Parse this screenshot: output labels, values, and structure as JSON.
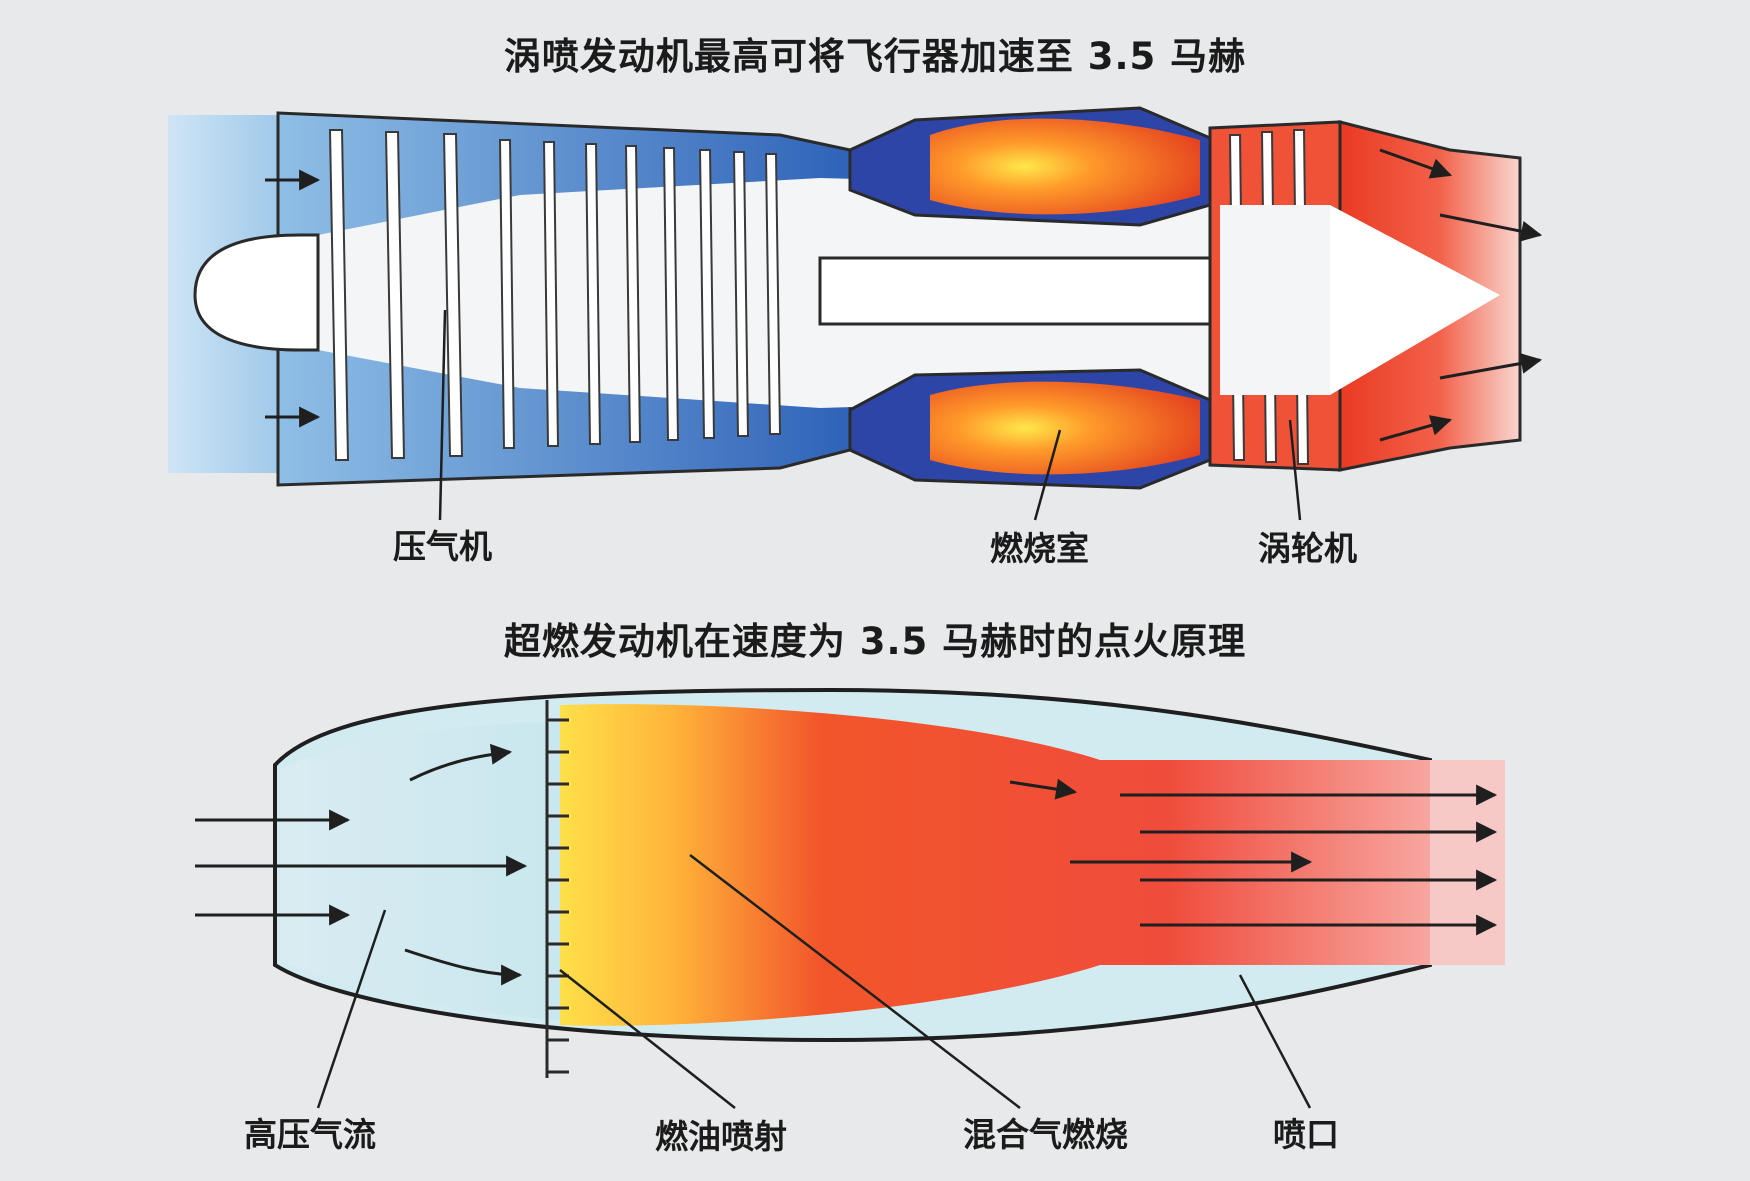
{
  "diagram1": {
    "title": "涡喷发动机最高可将飞行器加速至 3.5 马赫",
    "labels": {
      "compressor": "压气机",
      "combustor": "燃烧室",
      "turbine": "涡轮机"
    }
  },
  "diagram2": {
    "title": "超燃发动机在速度为 3.5 马赫时的点火原理",
    "labels": {
      "airflow": "高压气流",
      "fuel_injection": "燃油喷射",
      "combustion": "混合气燃烧",
      "nozzle": "喷口"
    }
  },
  "colors": {
    "background": "#e7e9ea",
    "cold_air": "#bcdaf0",
    "hot_gas": "#f04a2a",
    "flame_core": "#ffd43a",
    "outline": "#2a2a2a"
  }
}
